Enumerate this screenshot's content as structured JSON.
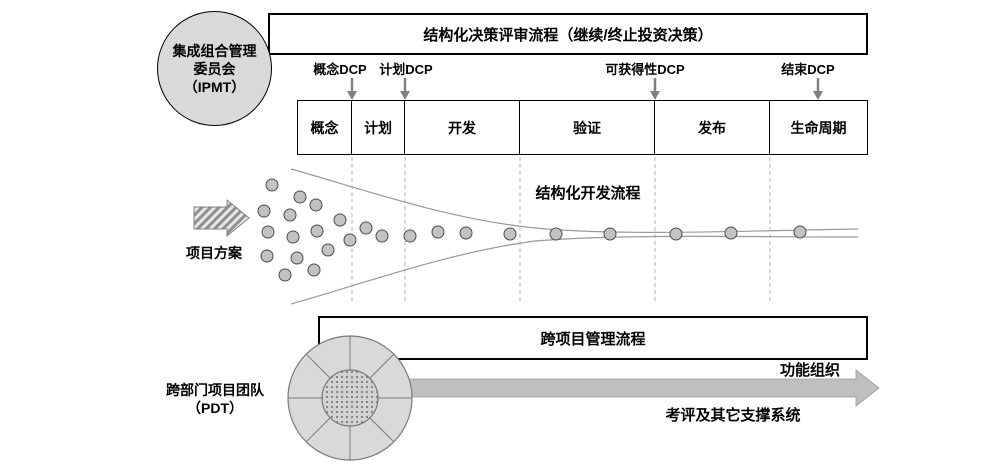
{
  "ipmt_circle": {
    "line1": "集成组合管理",
    "line2": "委员会",
    "line3": "（IPMT）"
  },
  "decision_review": {
    "title": "结构化决策评审流程（继续/终止投资决策）"
  },
  "dcp_labels": {
    "concept": "概念DCP",
    "plan": "计划DCP",
    "availability": "可获得性DCP",
    "end": "结束DCP"
  },
  "phases": {
    "items": [
      "概念",
      "计划",
      "开发",
      "验证",
      "发布",
      "生命周期"
    ]
  },
  "funnel": {
    "title": "结构化开发流程",
    "input_label": "项目方案"
  },
  "cross_project": {
    "title": "跨项目管理流程"
  },
  "org": {
    "functional_label": "功能组织",
    "support_label": "考评及其它支撑系统"
  },
  "pdt_label": {
    "line1": "跨部门项目团队",
    "line2": "（PDT）"
  },
  "colors": {
    "box_border": "#000000",
    "circle_fill": "#d9d9d9",
    "arrow_gray": "#808080",
    "funnel_line": "#999999",
    "dot_fill": "#c2c2c2",
    "bar_fill": "#bfbfbf"
  }
}
